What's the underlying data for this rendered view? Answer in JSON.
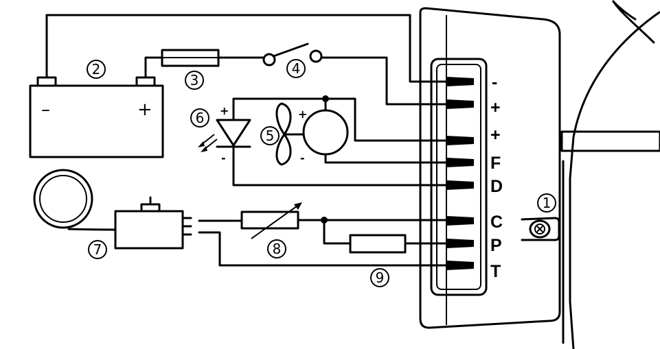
{
  "callouts": {
    "n1": "1",
    "n2": "2",
    "n3": "3",
    "n4": "4",
    "n5": "5",
    "n6": "6",
    "n7": "7",
    "n8": "8",
    "n9": "9"
  },
  "terminals": {
    "t1": "-",
    "t2": "+",
    "t3": "+",
    "t4": "F",
    "t5": "D",
    "t6": "C",
    "t7": "P",
    "t8": "T"
  },
  "battery": {
    "minus": "–",
    "plus": "+"
  },
  "led": {
    "plus": "+",
    "minus": "-"
  },
  "fan": {
    "plus": "+",
    "minus": "-"
  }
}
